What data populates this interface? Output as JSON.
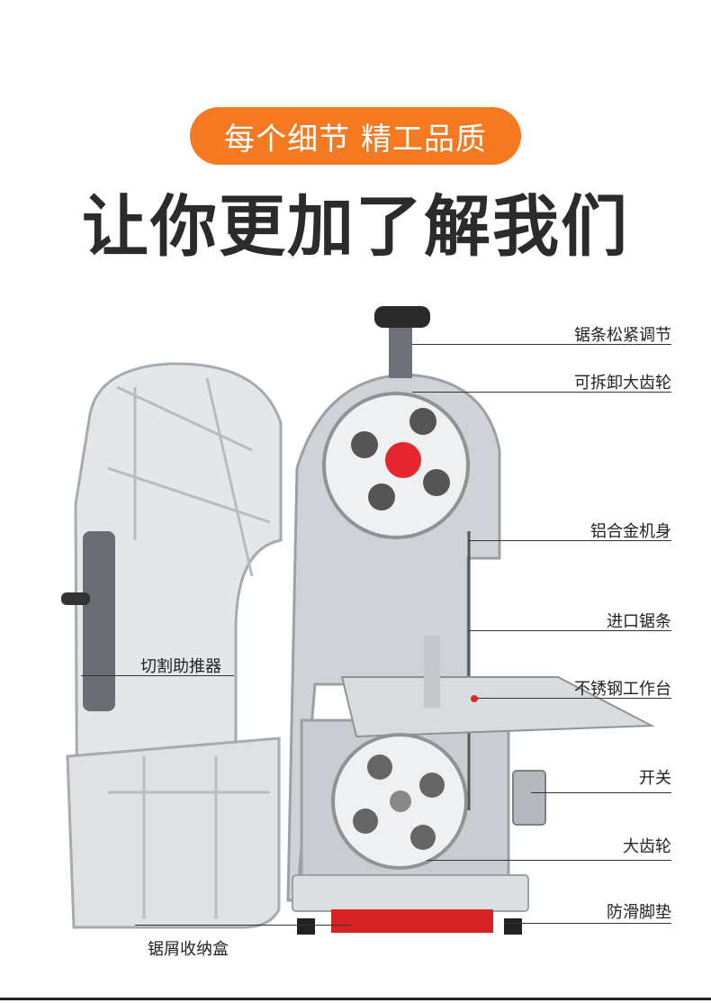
{
  "header": {
    "badge_text": "每个细节 精工品质",
    "headline": "让你更加了解我们"
  },
  "colors": {
    "accent": "#f47920",
    "headline": "#2b2b2b",
    "knob_red": "#e5262e",
    "base_red": "#d62222",
    "metal": "#dcdfe2"
  },
  "labels": {
    "blade_tension": "锯条松紧调节",
    "removable_wheel": "可拆卸大齿轮",
    "aluminum_body": "铝合金机身",
    "imported_blade": "进口锯条",
    "pusher": "切割助推器",
    "steel_table": "不锈钢工作台",
    "switch": "开关",
    "big_wheel": "大齿轮",
    "anti_slip_feet": "防滑脚垫",
    "sawdust_box": "锯屑收纳盒"
  }
}
